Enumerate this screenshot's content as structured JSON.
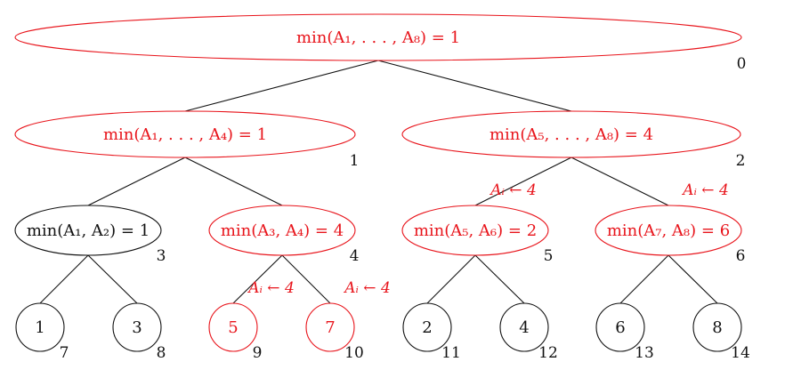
{
  "colors": {
    "highlight": "#e8141b",
    "normal": "#111111"
  },
  "tree": {
    "nodes": [
      {
        "id": 0,
        "label": "min(A₁, . . . , A₈) = 1",
        "index": "0",
        "highlighted": true
      },
      {
        "id": 1,
        "label": "min(A₁, . . . , A₄) = 1",
        "index": "1",
        "highlighted": true
      },
      {
        "id": 2,
        "label": "min(A₅, . . . , A₈) = 4",
        "index": "2",
        "highlighted": true
      },
      {
        "id": 3,
        "label": "min(A₁, A₂) = 1",
        "index": "3",
        "highlighted": false
      },
      {
        "id": 4,
        "label": "min(A₃, A₄) = 4",
        "index": "4",
        "highlighted": true
      },
      {
        "id": 5,
        "label": "min(A₅, A₆) = 2",
        "index": "5",
        "highlighted": true
      },
      {
        "id": 6,
        "label": "min(A₇, A₈) = 6",
        "index": "6",
        "highlighted": true
      },
      {
        "id": 7,
        "label": "1",
        "index": "7",
        "highlighted": false
      },
      {
        "id": 8,
        "label": "3",
        "index": "8",
        "highlighted": false
      },
      {
        "id": 9,
        "label": "5",
        "index": "9",
        "highlighted": true
      },
      {
        "id": 10,
        "label": "7",
        "index": "10",
        "highlighted": true
      },
      {
        "id": 11,
        "label": "2",
        "index": "11",
        "highlighted": false
      },
      {
        "id": 12,
        "label": "4",
        "index": "12",
        "highlighted": false
      },
      {
        "id": 13,
        "label": "6",
        "index": "13",
        "highlighted": false
      },
      {
        "id": 14,
        "label": "8",
        "index": "14",
        "highlighted": false
      }
    ],
    "edges": [
      [
        0,
        1
      ],
      [
        0,
        2
      ],
      [
        1,
        3
      ],
      [
        1,
        4
      ],
      [
        2,
        5
      ],
      [
        2,
        6
      ],
      [
        3,
        7
      ],
      [
        3,
        8
      ],
      [
        4,
        9
      ],
      [
        4,
        10
      ],
      [
        5,
        11
      ],
      [
        5,
        12
      ],
      [
        6,
        13
      ],
      [
        6,
        14
      ]
    ],
    "annotations": [
      {
        "text": "Aᵢ ← 4"
      },
      {
        "text": "Aᵢ ← 4"
      },
      {
        "text": "Aᵢ ← 4"
      },
      {
        "text": "Aᵢ ← 4"
      }
    ]
  }
}
